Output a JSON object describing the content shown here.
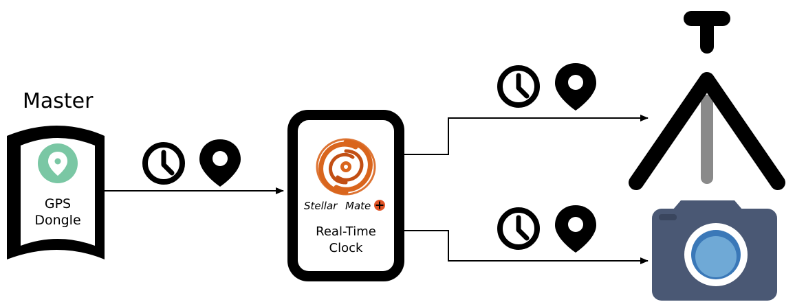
{
  "master": {
    "title": "Master"
  },
  "dongle": {
    "line1": "GPS",
    "line2": "Dongle"
  },
  "device": {
    "brand_first": "Stellar",
    "brand_second": "Mate",
    "label_line1": "Real-Time",
    "label_line2": "Clock"
  },
  "icons": {
    "clock": "clock-icon",
    "location": "location-pin-icon",
    "tripod": "tripod-icon",
    "camera": "camera-icon",
    "galaxy": "galaxy-logo-icon",
    "plus": "plus-circle-icon"
  },
  "colors": {
    "ink": "#000000",
    "gps_green": "#7ac7a4",
    "brand_orange": "#d9651d",
    "brand_red": "#e05426",
    "camera_body": "#4a5874",
    "camera_lens_ring": "#ffffff",
    "camera_lens_outer": "#3a78b8",
    "camera_lens_inner": "#6fa9d6",
    "tripod_stem": "#8a8a8a"
  }
}
